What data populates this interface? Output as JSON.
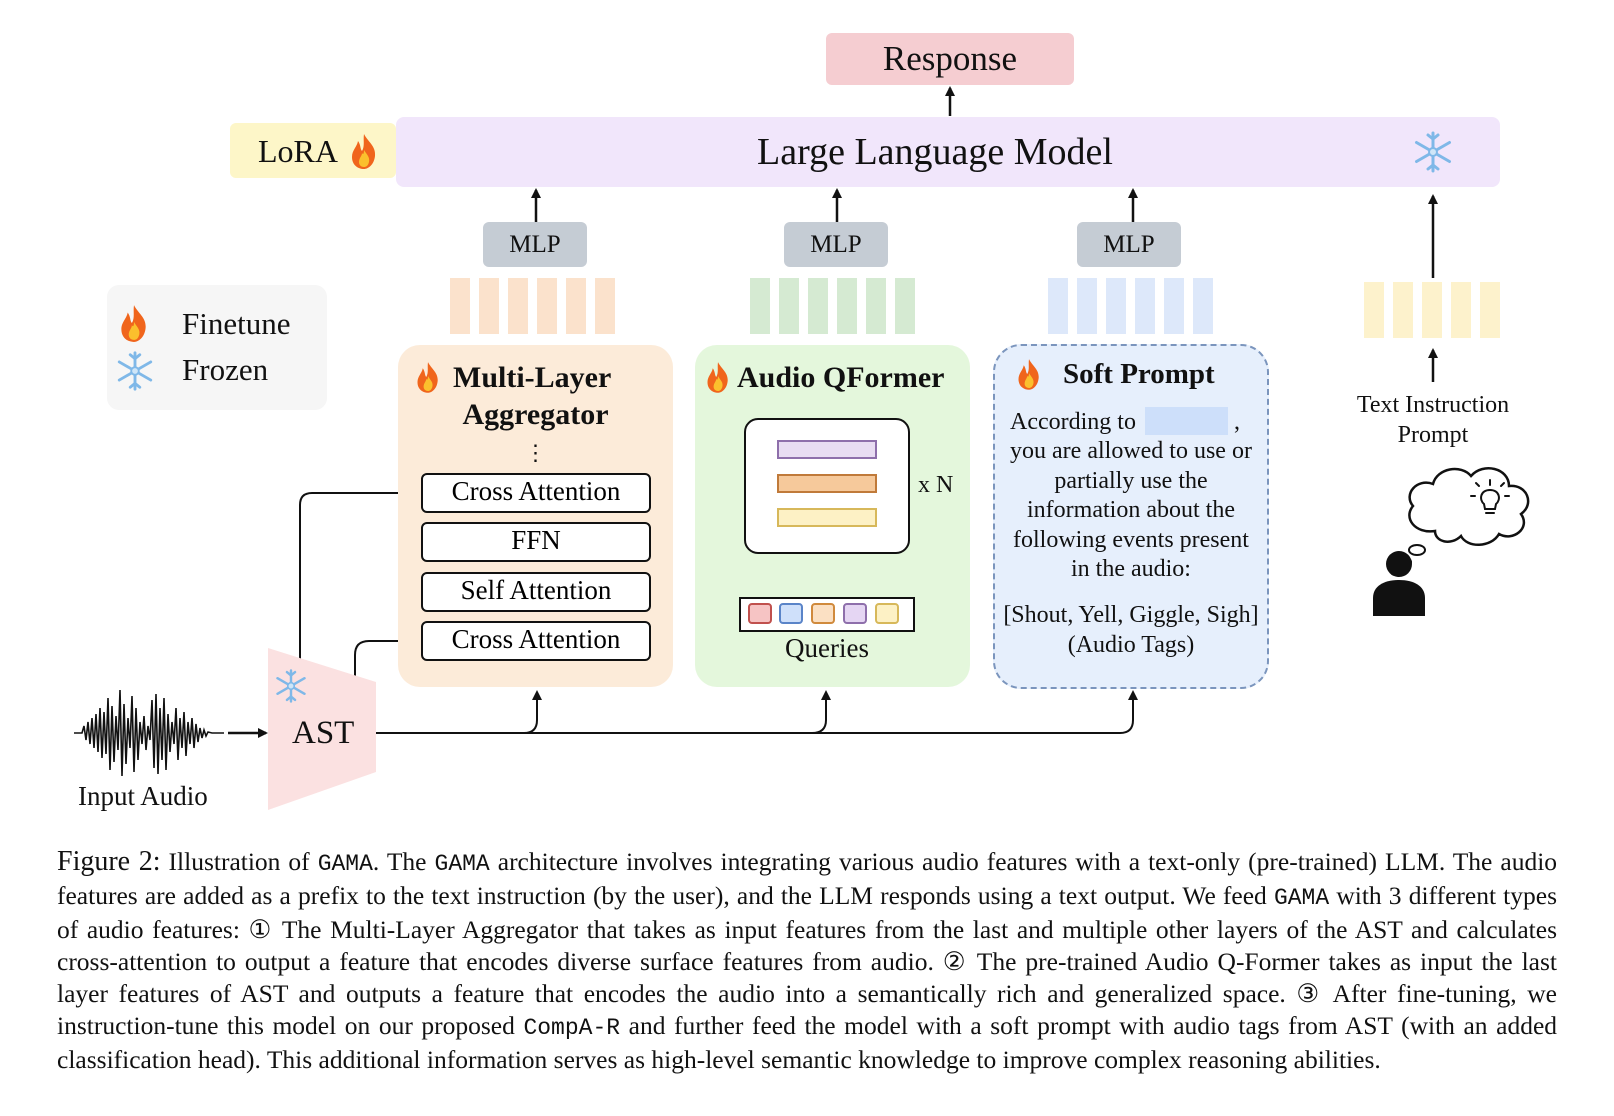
{
  "diagram": {
    "response": "Response",
    "llm": "Large Language Model",
    "lora": "LoRA",
    "mlp": "MLP",
    "legend": {
      "finetune": "Finetune",
      "frozen": "Frozen"
    },
    "aggregator": {
      "title_line1": "Multi-Layer",
      "title_line2": "Aggregator",
      "ellipsis": "⋮",
      "layers": [
        "Cross Attention",
        "FFN",
        "Self Attention",
        "Cross Attention"
      ]
    },
    "qformer": {
      "title": "Audio QFormer",
      "repeat": "x N",
      "queries": "Queries"
    },
    "soft_prompt": {
      "title": "Soft Prompt",
      "line1_prefix": "According to",
      "line1_suffix": ",",
      "lines": [
        "you are allowed to use or",
        "partially use the",
        "information about the",
        "following events present",
        "in the audio:"
      ],
      "tags": "[Shout, Yell, Giggle, Sigh]",
      "tags_label": "(Audio Tags)"
    },
    "text_instruction": {
      "line1": "Text Instruction",
      "line2": "Prompt"
    },
    "ast": "AST",
    "input_audio": "Input Audio",
    "icons": [
      "fire-icon",
      "snowflake-icon",
      "person-icon",
      "thought-bubble-icon",
      "lightbulb-icon",
      "waveform-icon"
    ],
    "colors": {
      "response": "#f5cdd1",
      "llm": "#f1e6fb",
      "lora": "#fdf6c8",
      "mlp": "#c5ccd4",
      "aggregator_bg": "#fcebd9",
      "qformer_bg": "#e4f7dc",
      "soft_prompt_bg": "#e6effc",
      "ast": "#fbe1e1",
      "tokens_orange": "#fbe2cc",
      "tokens_green": "#d5ead2",
      "tokens_blue": "#dde8fa",
      "tokens_yellow": "#fdf2cc"
    }
  },
  "caption": {
    "figure_label": "Figure 2:",
    "t1": "Illustration of",
    "gama": "GAMA",
    "t2": ". The",
    "t3": "architecture involves integrating various audio features with a text-only (pre-trained) LLM. The audio features are added as a prefix to the text instruction (by the user), and the LLM responds using a text output. We feed",
    "t4": "with 3 different types of audio features: ① The Multi-Layer Aggregator that takes as input features from the last and multiple other layers of the AST and calculates cross-attention to output a feature that encodes diverse surface features from audio. ② The pre-trained Audio Q-Former takes as input the last layer features of AST and outputs a feature that encodes the audio into a semantically rich and generalized space. ③ After fine-tuning, we instruction-tune this model on our proposed",
    "compa": "CompA-R",
    "t5": "and further feed the model with a soft prompt with audio tags from AST (with an added classification head). This additional information serves as high-level semantic knowledge to improve complex reasoning abilities."
  }
}
